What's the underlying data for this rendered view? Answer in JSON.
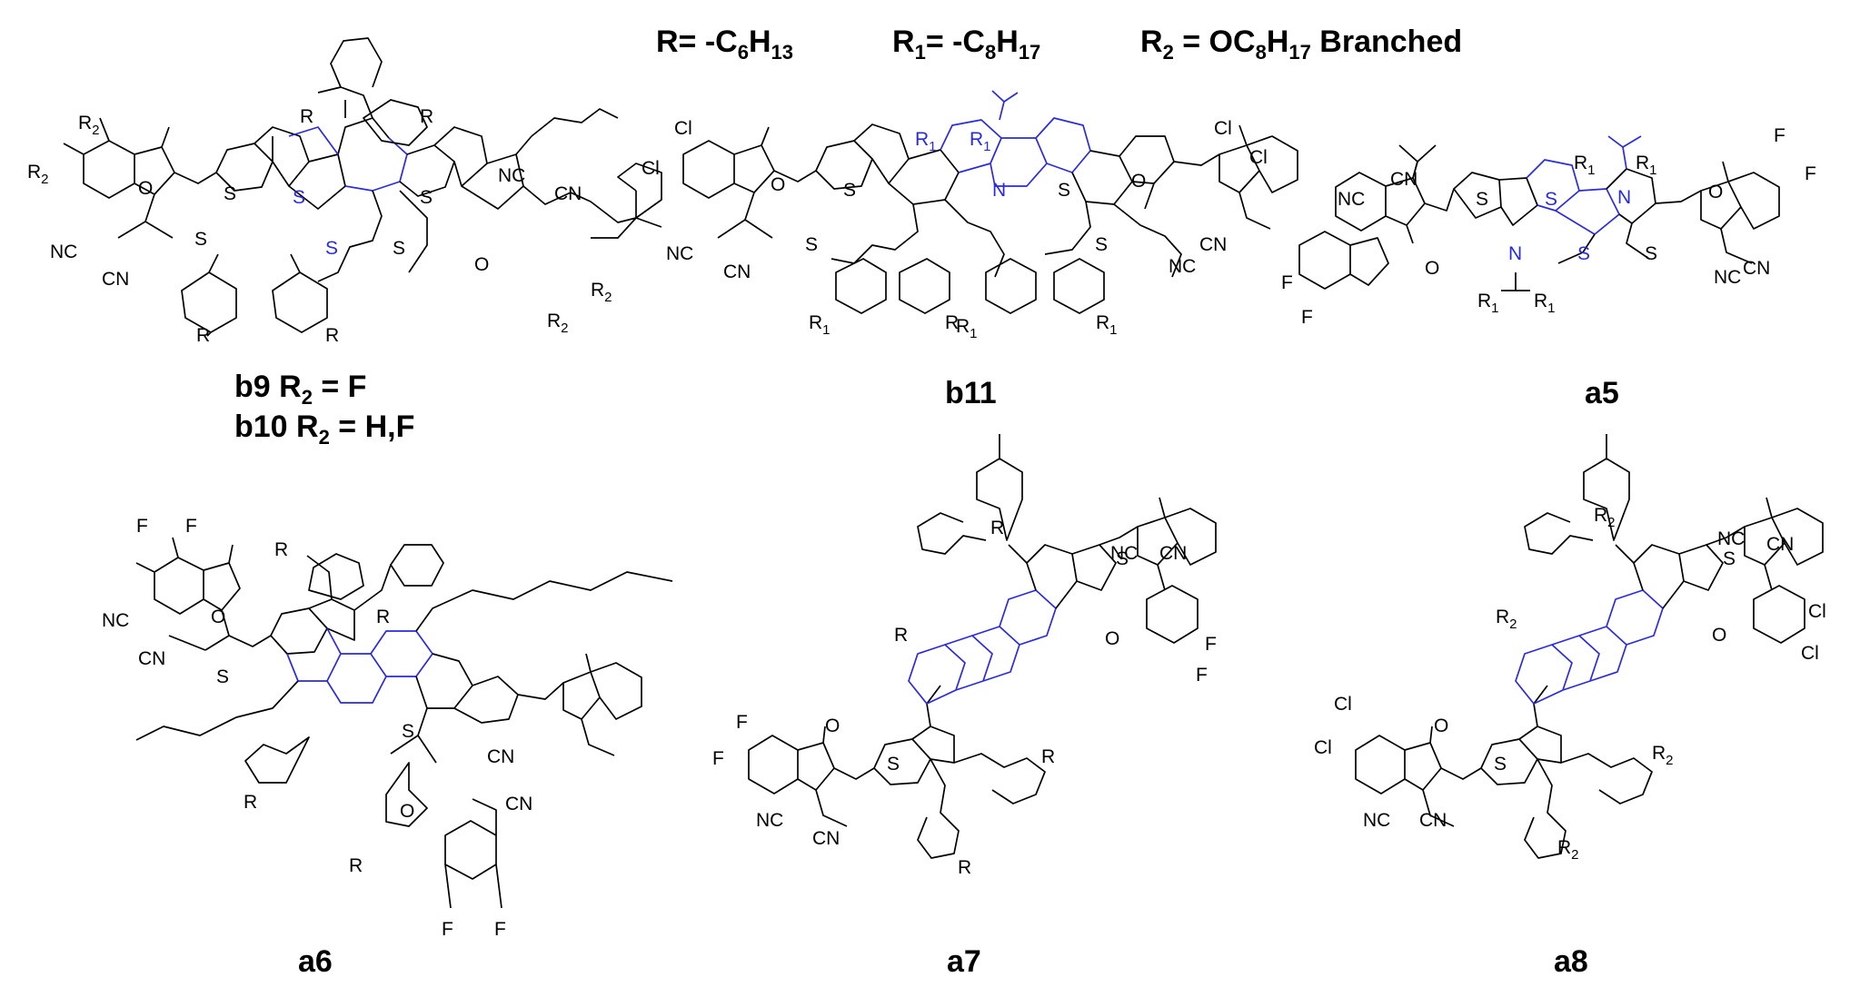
{
  "header": {
    "r_def": {
      "prefix": "R= -C",
      "sub1": "6",
      "mid": "H",
      "sub2": "13"
    },
    "r1_def": {
      "r": "R",
      "rsub": "1",
      "prefix": "= -C",
      "sub1": "8",
      "mid": "H",
      "sub2": "17"
    },
    "r2_def": {
      "r": "R",
      "rsub": "2",
      "prefix": " = OC",
      "sub1": "8",
      "mid": "H",
      "sub2": "17",
      "suffix": " Branched"
    }
  },
  "captions": {
    "b9": {
      "name": "b9 R",
      "sub": "2",
      "rest": " = F"
    },
    "b10": {
      "name": "b10 R",
      "sub": "2",
      "rest": " = H,F"
    },
    "b11": "b11",
    "a5": "a5",
    "a6": "a6",
    "a7": "a7",
    "a8": "a8"
  },
  "atoms": {
    "S": "S",
    "N": "N",
    "O": "O",
    "F": "F",
    "Cl": "Cl",
    "CN": "CN",
    "NC": "NC",
    "R": "R",
    "R1": "R",
    "R1_sub": "1",
    "R2": "R",
    "R2_sub": "2"
  },
  "colors": {
    "core_highlight": "#2a2ae0",
    "bonds": "#000000"
  }
}
